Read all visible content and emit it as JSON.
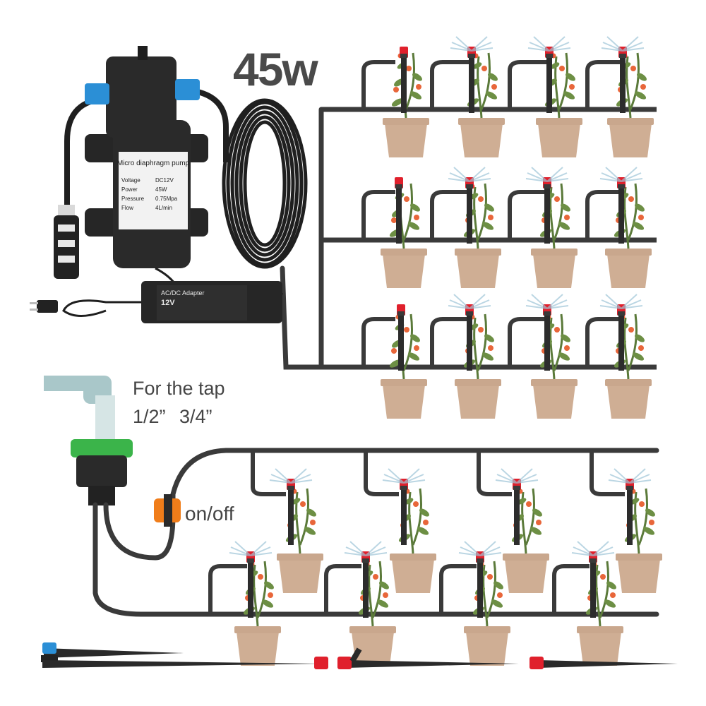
{
  "headline": {
    "power": "45w"
  },
  "tap": {
    "label": "For the tap",
    "sizes": "1/2”  3/4”"
  },
  "valve": {
    "label": "on/off"
  },
  "pump_label": {
    "title": "Micro diaphragm pump",
    "voltage_label": "Voltage",
    "voltage_value": "DC12V",
    "power_label": "Power",
    "power_value": "45W",
    "pressure_label": "Pressure",
    "pressure_value": "0.75Mpa",
    "flow_label": "Flow",
    "flow_value": "4L/min"
  },
  "adapter_label": {
    "title": "AC/DC Adapter",
    "voltage": "12V"
  },
  "colors": {
    "tube": "#3a3a3a",
    "pump_body": "#2a2a2a",
    "pump_port": "#2b8fd6",
    "pot": "#cfae94",
    "nozzle_red": "#e0202c",
    "valve_orange": "#f07d1a",
    "connector_green": "#3bb44a",
    "tap_pipe": "#a9c7c9"
  },
  "icons": [
    "pump-icon",
    "hose-coil-icon",
    "power-adapter-icon",
    "plug-icon",
    "filter-icon",
    "tap-connector-icon",
    "valve-icon",
    "nozzle-icon",
    "plant-pot-icon",
    "ground-stake-icon"
  ]
}
